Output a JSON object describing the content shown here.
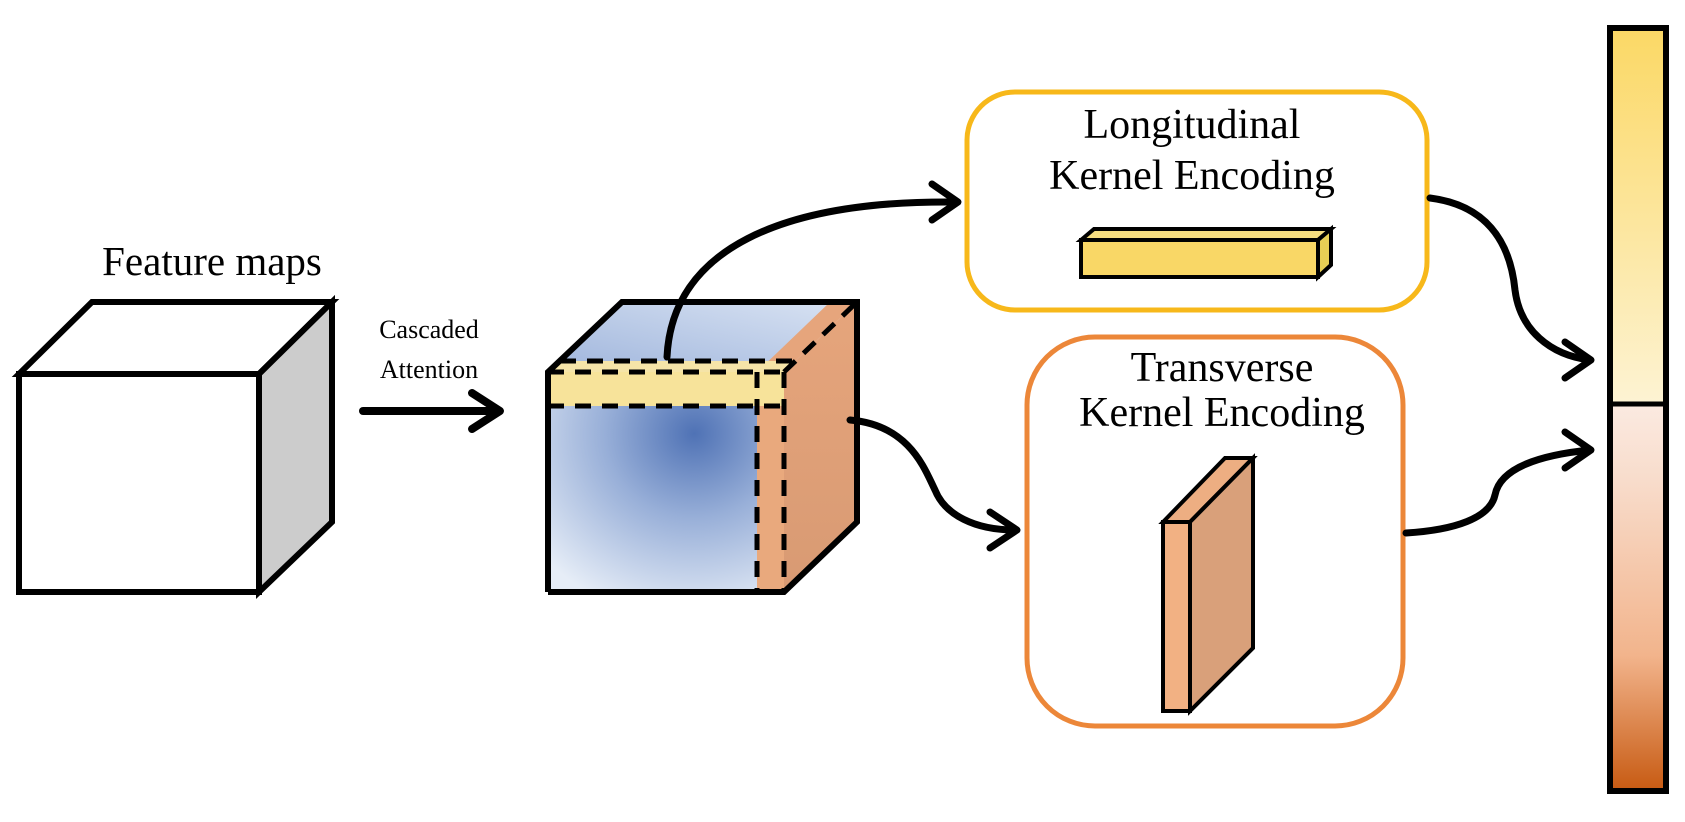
{
  "diagram": {
    "feature_maps": {
      "label": "Feature maps"
    },
    "cascaded_attention": {
      "line1": "Cascaded",
      "line2": "Attention"
    },
    "longitudinal": {
      "line1": "Longitudinal",
      "line2": "Kernel Encoding",
      "border_color": "#F7B81A",
      "kernel_color": "#F9D766"
    },
    "transverse": {
      "line1": "Transverse",
      "line2": "Kernel Encoding",
      "border_color": "#EC8739",
      "kernel_color": "#F2B183"
    },
    "output_vector": {
      "top_gradient": [
        "#FBD865",
        "#FDF2D0"
      ],
      "bottom_gradient": [
        "#FBEAE0",
        "#C75A12"
      ]
    },
    "colors": {
      "feature_cube_side": "#CCCCCC",
      "attention_blue_center": "#4F72B5",
      "attention_blue_edge": "#E3EBF6",
      "highlight_yellow": "#F7E39A",
      "highlight_orange": "#E7A277"
    }
  }
}
